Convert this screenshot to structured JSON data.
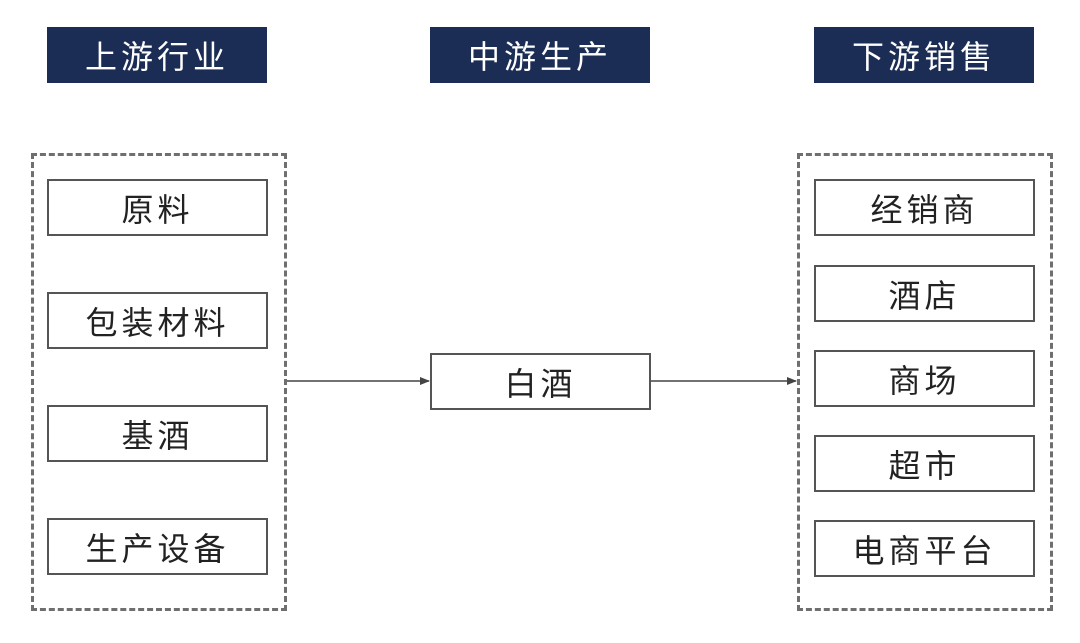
{
  "headers": {
    "upstream": "上游行业",
    "midstream": "中游生产",
    "downstream": "下游销售"
  },
  "upstream_items": [
    "原料",
    "包装材料",
    "基酒",
    "生产设备"
  ],
  "midstream_item": "白酒",
  "downstream_items": [
    "经销商",
    "酒店",
    "商场",
    "超市",
    "电商平台"
  ],
  "colors": {
    "header_bg": "#1b2c55",
    "header_text": "#ffffff",
    "border": "#555555",
    "dashed_border": "#6f6f6f"
  }
}
